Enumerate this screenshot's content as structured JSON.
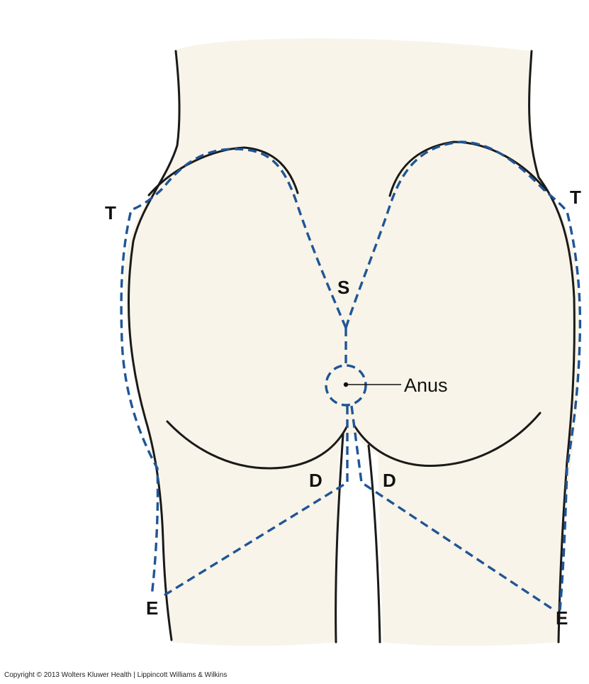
{
  "figure": {
    "labels": {
      "t_left": "T",
      "t_right": "T",
      "s": "S",
      "anus": "Anus",
      "d_left": "D",
      "d_right": "D",
      "e_left": "E",
      "e_right": "E"
    },
    "colors": {
      "skin": "#f8f4e9",
      "outline": "#1a1a1a",
      "dashed_boundary": "#1f5596"
    }
  },
  "copyright": "Copyright © 2013 Wolters Kluwer Health | Lippincott Williams & Wilkins"
}
